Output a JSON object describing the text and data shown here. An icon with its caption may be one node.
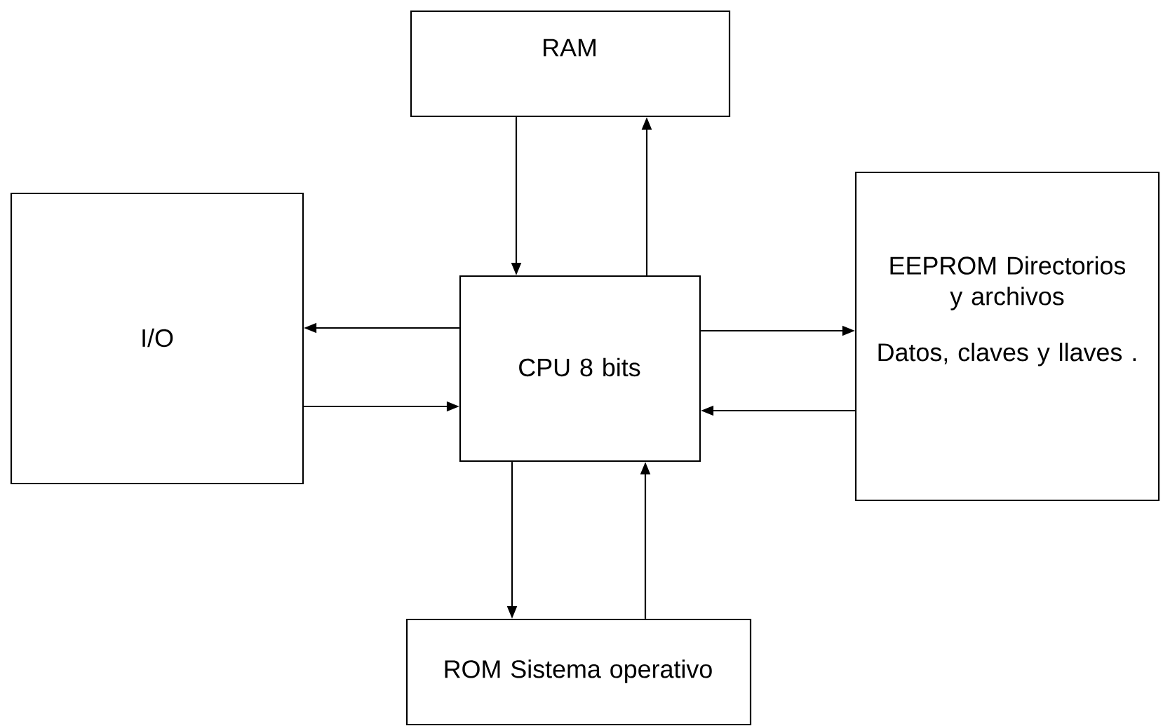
{
  "diagram": {
    "nodes": [
      {
        "text": [
          "RAM"
        ]
      },
      {
        "text": [
          "I/O"
        ]
      },
      {
        "text": [
          "CPU 8 bits"
        ]
      },
      {
        "text": [
          "EEPROM Directorios y archivos",
          "Datos, claves y llaves ."
        ]
      },
      {
        "text": [
          "ROM Sistema operativo"
        ]
      }
    ],
    "edges": [
      {
        "from": 0,
        "to": 2,
        "arrow": "to"
      },
      {
        "from": 2,
        "to": 0,
        "arrow": "to"
      },
      {
        "from": 2,
        "to": 1,
        "arrow": "to"
      },
      {
        "from": 1,
        "to": 2,
        "arrow": "to"
      },
      {
        "from": 2,
        "to": 3,
        "arrow": "to"
      },
      {
        "from": 3,
        "to": 2,
        "arrow": "to"
      },
      {
        "from": 2,
        "to": 4,
        "arrow": "to"
      },
      {
        "from": 4,
        "to": 2,
        "arrow": "to"
      }
    ]
  }
}
